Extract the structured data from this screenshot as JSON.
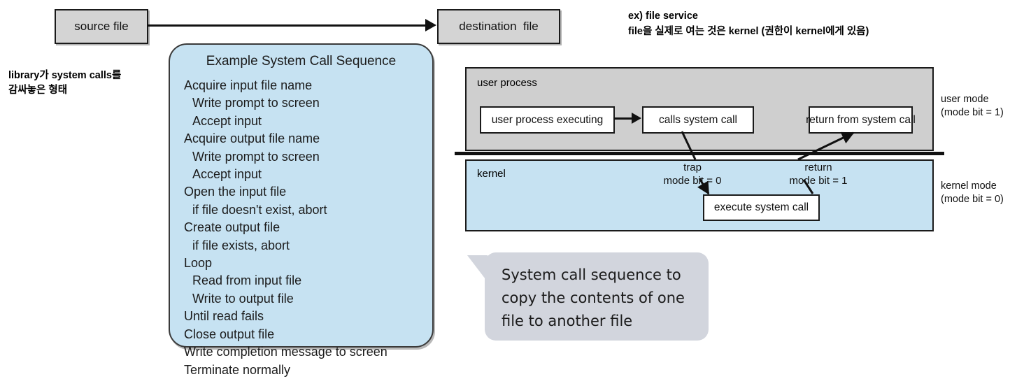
{
  "top_flow": {
    "source_label": "source file",
    "destination_label": "destination  file",
    "arrow": "right-arrow"
  },
  "annotations": {
    "left_note_lines": [
      "library가 system calls를",
      "감싸놓은 형태"
    ],
    "right_note_lines": [
      "ex) file service",
      "file을 실제로 여는 것은 kernel (권한이 kernel에게 있음)"
    ]
  },
  "sequence_panel": {
    "title": "Example System Call Sequence",
    "lines": [
      {
        "text": "Acquire input file name",
        "indent": false
      },
      {
        "text": "Write prompt to screen",
        "indent": true
      },
      {
        "text": "Accept input",
        "indent": true
      },
      {
        "text": "Acquire output file name",
        "indent": false
      },
      {
        "text": "Write prompt to screen",
        "indent": true
      },
      {
        "text": "Accept input",
        "indent": true
      },
      {
        "text": "Open the input file",
        "indent": false
      },
      {
        "text": "if file doesn't exist, abort",
        "indent": true
      },
      {
        "text": "Create output file",
        "indent": false
      },
      {
        "text": "if file exists, abort",
        "indent": true
      },
      {
        "text": "Loop",
        "indent": false
      },
      {
        "text": "Read from input file",
        "indent": true
      },
      {
        "text": "Write to output file",
        "indent": true
      },
      {
        "text": "Until read fails",
        "indent": false
      },
      {
        "text": "Close output file",
        "indent": false
      },
      {
        "text": "Write completion message to screen",
        "indent": false
      },
      {
        "text": "Terminate normally",
        "indent": false
      }
    ]
  },
  "mode_diagram": {
    "user_panel_label": "user process",
    "kernel_panel_label": "kernel",
    "boxes": {
      "user_process_executing": "user process executing",
      "calls_system_call": "calls system call",
      "return_from_system_call": "return from system call",
      "execute_system_call": "execute system call"
    },
    "trap_caption": [
      "trap",
      "mode bit = 0"
    ],
    "return_caption": [
      "return",
      "mode bit = 1"
    ],
    "side_labels": {
      "user": [
        "user mode",
        "(mode bit = 1)"
      ],
      "kernel": [
        "kernel mode",
        "(mode bit = 0)"
      ]
    }
  },
  "callout": {
    "lines": [
      "System call sequence to",
      "copy the contents of one",
      "file to another file"
    ]
  },
  "colors": {
    "file_box_fill": "#d4d4d4",
    "sequence_panel_fill": "#c6e2f2",
    "user_panel_fill": "#cfcfcf",
    "kernel_panel_fill": "#c6e2f2",
    "callout_fill": "#d2d5dd",
    "stroke": "#1a1a1a"
  }
}
